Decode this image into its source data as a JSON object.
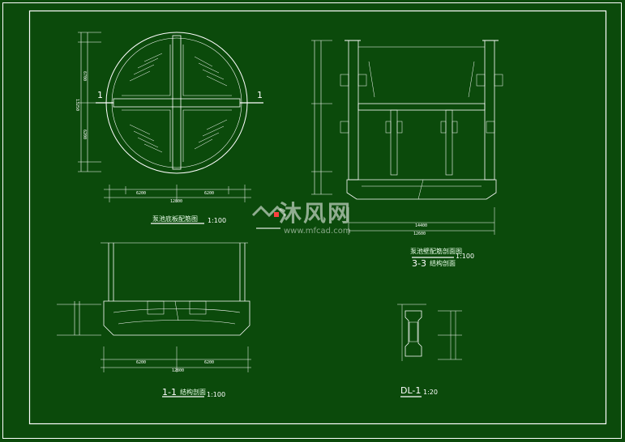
{
  "drawing": {
    "plan_title": "泵池底板配筋图",
    "plan_scale": "1:100",
    "section33_title": "泵池壁配筋剖面图",
    "section33_label": "3-3",
    "section33_subtitle": "结构剖面",
    "section33_scale": "1:100",
    "section11_label": "1-1",
    "section11_subtitle": "结构剖面",
    "section11_scale": "1:100",
    "dl_label": "DL-1",
    "dl_scale": "1:20",
    "section_mark": "1"
  },
  "dims": {
    "plan_left": "6200",
    "plan_right": "6200",
    "plan_total": "12800",
    "plan_v_top": "6700",
    "plan_v_bottom": "6200",
    "plan_v_total": "13250",
    "s33_bottom_total": "14400",
    "s33_bottom_overall": "12600",
    "s11_total": "12800",
    "s11_left": "6200",
    "s11_right": "6200"
  },
  "watermark": {
    "brand": "沐风网",
    "url": "www.mfcad.com"
  },
  "colors": {
    "background": "#0b4a0b",
    "line": "#ffffff",
    "accent": "#ff4040"
  }
}
